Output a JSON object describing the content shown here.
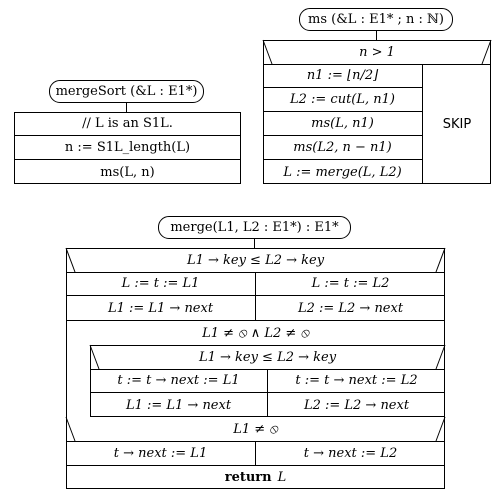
{
  "ms_proc": {
    "header": "ms (&L : E1* ; n : ℕ)",
    "condition": "n > 1",
    "then_rows": [
      "n1 := ⌊n/2⌋",
      "L2 := cut(L, n1)",
      "ms(L, n1)",
      "ms(L2, n − n1)",
      "L := merge(L, L2)"
    ],
    "else_text": "SKIP"
  },
  "mergesort_proc": {
    "header": "mergeSort (&L : E1*)",
    "rows": [
      "// L is an S1L.",
      "n := S1L_length(L)",
      "ms(L, n)"
    ]
  },
  "merge_proc": {
    "header": "merge(L1, L2 : E1*) : E1*",
    "if1_condition": "L1 → key ≤ L2 → key",
    "if1_then": [
      "L := t := L1",
      "L1 := L1 → next"
    ],
    "if1_else": [
      "L := t := L2",
      "L2 := L2 → next"
    ],
    "loop_condition": "L1 ≠ ⦸ ∧ L2 ≠ ⦸",
    "loop_if_condition": "L1 → key ≤ L2 → key",
    "loop_then": [
      "t := t → next := L1",
      "L1 := L1 → next"
    ],
    "loop_else": [
      "t := t → next := L2",
      "L2 := L2 → next"
    ],
    "if2_condition": "L1 ≠ ⦸",
    "if2_then": "t → next := L1",
    "if2_else": "t → next := L2",
    "return_keyword": "return",
    "return_value": "L"
  }
}
